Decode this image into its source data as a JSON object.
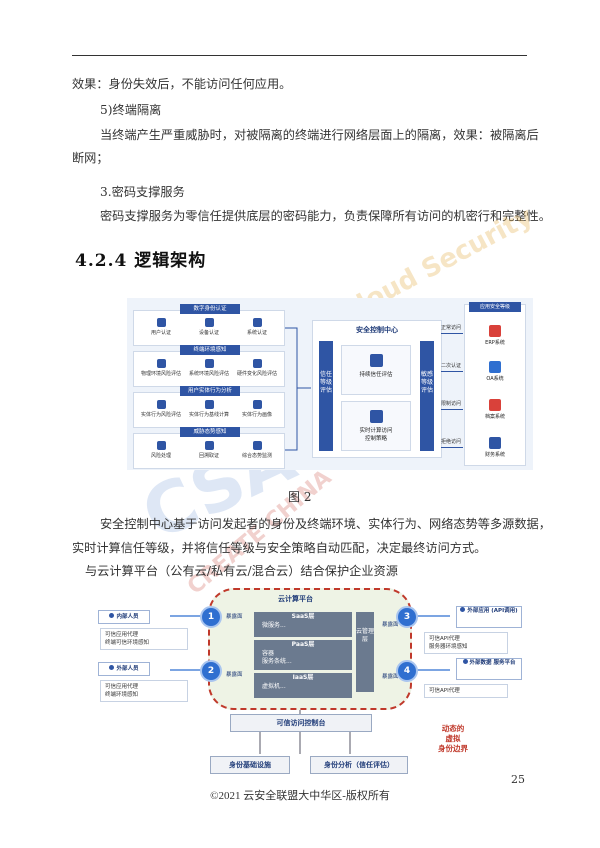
{
  "text": {
    "p1": "效果：身份失效后，不能访问任何应用。",
    "p2": "5)终端隔离",
    "p3a": "当终端产生严重威胁时，对被隔离的终端进行网络层面上的隔离，效果：被隔离后",
    "p3b": "断网；",
    "p4": "3.密码支撑服务",
    "p5": "密码支撑服务为零信任提供底层的密码能力，负责保障所有访问的机密行和完整性。",
    "heading": "4.2.4 逻辑架构",
    "caption": "图 2",
    "p6a": "安全控制中心基于访问发起者的身份及终端环境、实体行为、网络态势等多源数据，",
    "p6b": "实时计算信任等级，并将信任等级与安全策略自动匹配，决定最终访问方式。",
    "p7": "与云计算平台（公有云/私有云/混合云）结合保护企业资源",
    "page_number": "25",
    "footer": "©2021 云安全联盟大中华区-版权所有"
  },
  "fig1": {
    "groups": [
      {
        "title": "数字身份认证",
        "items": [
          "用户认证",
          "设备认证",
          "系统认证"
        ]
      },
      {
        "title": "终端环境感知",
        "items": [
          "物理环境风险评估",
          "系统环境风险评估",
          "硬件变化风险评估"
        ]
      },
      {
        "title": "用户实体行为分析",
        "items": [
          "实体行为风险评估",
          "实体行为基线计算",
          "实体行为画像"
        ]
      },
      {
        "title": "威胁态势感知",
        "items": [
          "风险处理",
          "回溯取证",
          "综合态势监测"
        ]
      }
    ],
    "center_title": "安全控制中心",
    "left_bar": "信任等级评估",
    "right_bar": "敏感等级评估",
    "box1": "持续信任评估",
    "box2a": "实时计算访问",
    "box2b": "控制策略",
    "app_title": "应用安全等级",
    "access": [
      "正常访问",
      "二次认证",
      "限制访问",
      "拒绝访问"
    ],
    "systems": [
      "ERP系统",
      "OA系统",
      "档案系统",
      "财务系统"
    ]
  },
  "fig2": {
    "cloud_title": "云计算平台",
    "expose": "暴露面",
    "layers": [
      {
        "name": "SaaS层",
        "sub": [
          "微服务..."
        ]
      },
      {
        "name": "PaaS层",
        "sub": [
          "容器",
          "服务条统..."
        ]
      },
      {
        "name": "IaaS层",
        "sub": [
          "虚拟机..."
        ]
      }
    ],
    "mgmt": "云管理层",
    "nums": [
      "1",
      "2",
      "3",
      "4"
    ],
    "left_boxes": [
      {
        "label": "内部人员",
        "notes": [
          "可信应用代理",
          "终端可信环境感知"
        ]
      },
      {
        "label": "外部人员",
        "notes": [
          "可信应用代理",
          "终端环境感知"
        ]
      }
    ],
    "right_boxes": [
      {
        "label": "外部应用 (API调用)",
        "notes": [
          "可信API代理",
          "服务器环境感知"
        ]
      },
      {
        "label": "外部数据 服务平台",
        "notes": [
          "可信API代理"
        ]
      }
    ],
    "control": "可信访问控制台",
    "bottom": [
      "身份基础设施",
      "身份分析（信任评估）"
    ],
    "dynamic": [
      "动态的",
      "虚拟",
      "身份边界"
    ]
  },
  "watermark": [
    "Cloud Security",
    "CSA",
    "CREATE CHINA"
  ]
}
